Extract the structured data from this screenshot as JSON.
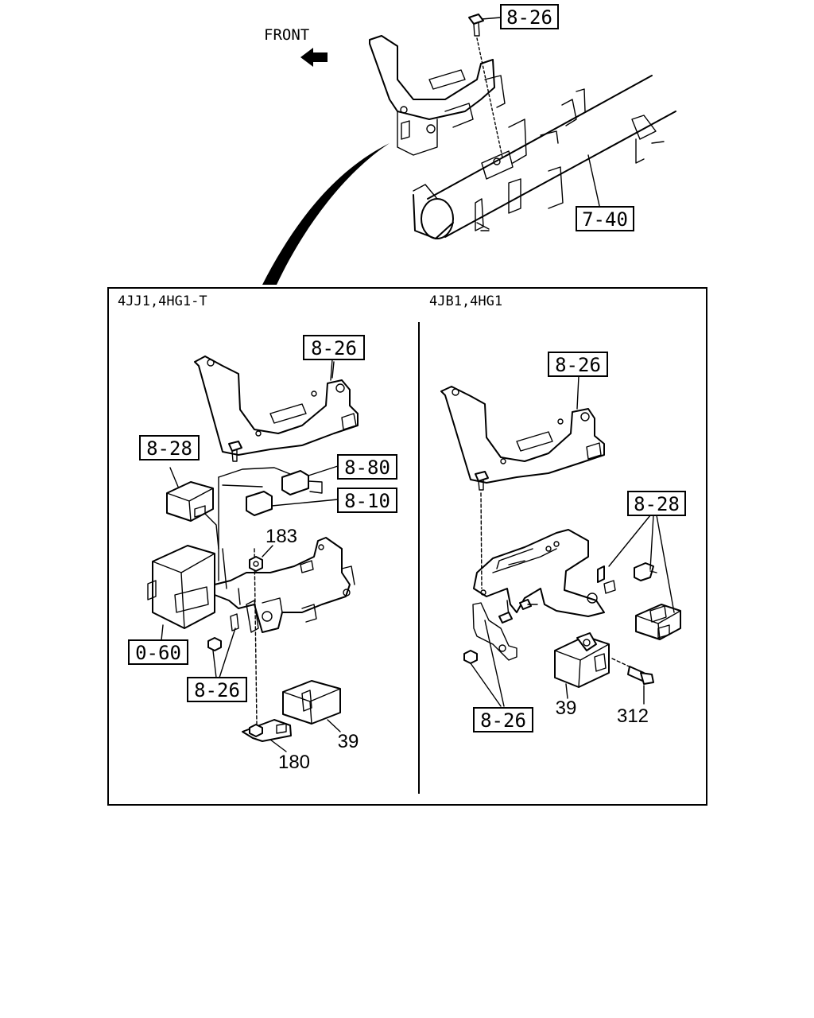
{
  "orientation": {
    "label": "FRONT"
  },
  "panels": {
    "left": {
      "title": "4JJ1,4HG1-T"
    },
    "right": {
      "title": "4JB1,4HG1"
    }
  },
  "callouts": {
    "top_bracket": "8-26",
    "crossmember": "7-40",
    "left_bracket": "8-26",
    "left_relay": "8-28",
    "left_conn_a": "8-80",
    "left_conn_b": "8-10",
    "left_unit": "0-60",
    "left_fasteners": "8-26",
    "right_bracket": "8-26",
    "right_relay": "8-28",
    "right_fasteners": "8-26"
  },
  "part_numbers": {
    "left_nut": "183",
    "left_module": "39",
    "left_plate": "180",
    "right_module": "39",
    "right_bolt": "312"
  }
}
